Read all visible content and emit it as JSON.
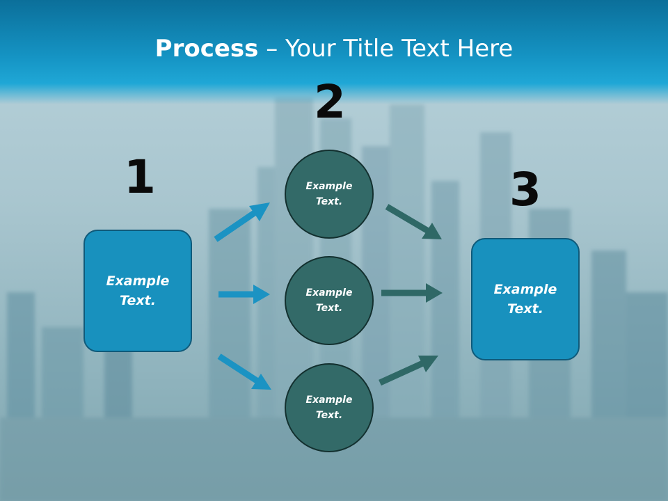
{
  "slide": {
    "title_bold": "Process",
    "title_dash": " – ",
    "title_rest": "Your Title Text Here"
  },
  "steps": [
    {
      "number": "1",
      "label": "Example Text."
    },
    {
      "number": "2",
      "label": "Example Text."
    },
    {
      "number": "3",
      "label": "Example Text."
    }
  ],
  "middle_nodes": [
    {
      "label": "Example Text."
    },
    {
      "label": "Example Text."
    },
    {
      "label": "Example Text."
    }
  ],
  "colors": {
    "header": "#1594c4",
    "box": "#1891be",
    "circle": "#336a68",
    "arrow_left": "#1b93c3",
    "arrow_right": "#2f6866"
  }
}
